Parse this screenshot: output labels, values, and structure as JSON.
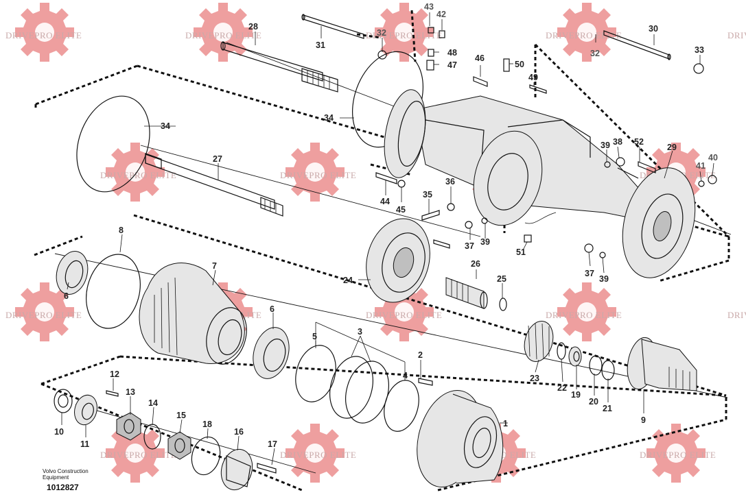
{
  "watermark": {
    "text": "DRIVEPRO ELITE",
    "color": "#e05050"
  },
  "brand": {
    "line1": "Volvo Construction",
    "line2": "Equipment"
  },
  "doc_number": "1012827",
  "callouts": [
    {
      "id": "1",
      "label": "1"
    },
    {
      "id": "2",
      "label": "2"
    },
    {
      "id": "3",
      "label": "3"
    },
    {
      "id": "4",
      "label": "4"
    },
    {
      "id": "5",
      "label": "5"
    },
    {
      "id": "6a",
      "label": "6"
    },
    {
      "id": "6b",
      "label": "6"
    },
    {
      "id": "7",
      "label": "7"
    },
    {
      "id": "8",
      "label": "8"
    },
    {
      "id": "9",
      "label": "9"
    },
    {
      "id": "10",
      "label": "10"
    },
    {
      "id": "11",
      "label": "11"
    },
    {
      "id": "12",
      "label": "12"
    },
    {
      "id": "13",
      "label": "13"
    },
    {
      "id": "14",
      "label": "14"
    },
    {
      "id": "15",
      "label": "15"
    },
    {
      "id": "16",
      "label": "16"
    },
    {
      "id": "17",
      "label": "17"
    },
    {
      "id": "18",
      "label": "18"
    },
    {
      "id": "19",
      "label": "19"
    },
    {
      "id": "20",
      "label": "20"
    },
    {
      "id": "21",
      "label": "21"
    },
    {
      "id": "22",
      "label": "22"
    },
    {
      "id": "23",
      "label": "23"
    },
    {
      "id": "24",
      "label": "24"
    },
    {
      "id": "25",
      "label": "25"
    },
    {
      "id": "26",
      "label": "26"
    },
    {
      "id": "27",
      "label": "27"
    },
    {
      "id": "28",
      "label": "28"
    },
    {
      "id": "29",
      "label": "29"
    },
    {
      "id": "30",
      "label": "30"
    },
    {
      "id": "31",
      "label": "31"
    },
    {
      "id": "32a",
      "label": "32"
    },
    {
      "id": "32b",
      "label": "32"
    },
    {
      "id": "33",
      "label": "33"
    },
    {
      "id": "34a",
      "label": "34"
    },
    {
      "id": "34b",
      "label": "34"
    },
    {
      "id": "35",
      "label": "35"
    },
    {
      "id": "36",
      "label": "36"
    },
    {
      "id": "37a",
      "label": "37"
    },
    {
      "id": "37b",
      "label": "37"
    },
    {
      "id": "38",
      "label": "38"
    },
    {
      "id": "39a",
      "label": "39"
    },
    {
      "id": "39b",
      "label": "39"
    },
    {
      "id": "39c",
      "label": "39"
    },
    {
      "id": "40",
      "label": "40"
    },
    {
      "id": "41",
      "label": "41"
    },
    {
      "id": "42",
      "label": "42"
    },
    {
      "id": "43",
      "label": "43"
    },
    {
      "id": "44",
      "label": "44"
    },
    {
      "id": "45",
      "label": "45"
    },
    {
      "id": "46",
      "label": "46"
    },
    {
      "id": "47",
      "label": "47"
    },
    {
      "id": "48",
      "label": "48"
    },
    {
      "id": "49",
      "label": "49"
    },
    {
      "id": "50",
      "label": "50"
    },
    {
      "id": "51",
      "label": "51"
    },
    {
      "id": "52",
      "label": "52"
    }
  ]
}
